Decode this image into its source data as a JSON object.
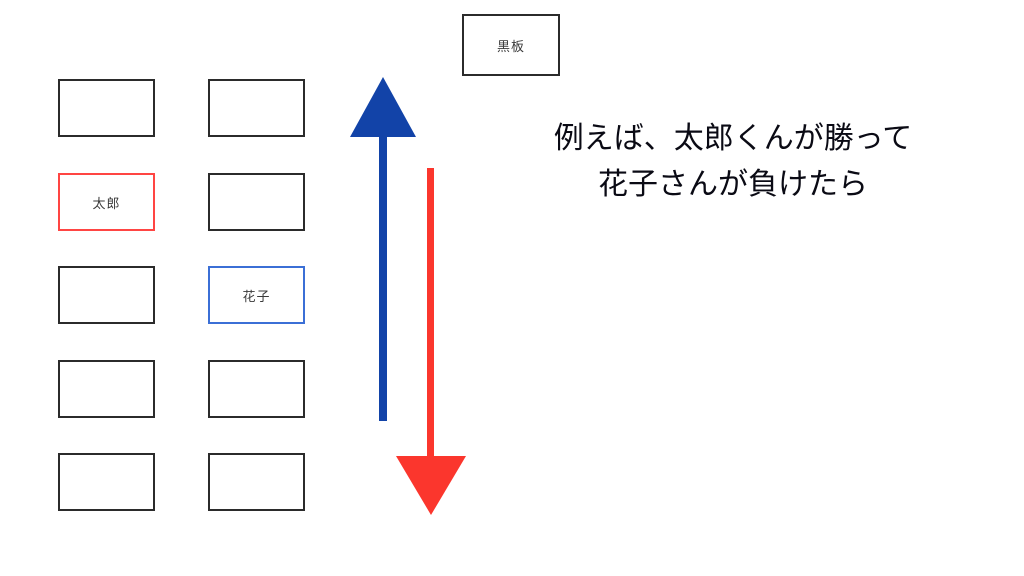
{
  "blackboard": {
    "label": "黒板"
  },
  "seats": {
    "left": [
      {
        "label": "",
        "highlight": "none"
      },
      {
        "label": "太郎",
        "highlight": "red"
      },
      {
        "label": "",
        "highlight": "none"
      },
      {
        "label": "",
        "highlight": "none"
      },
      {
        "label": "",
        "highlight": "none"
      }
    ],
    "right": [
      {
        "label": "",
        "highlight": "none"
      },
      {
        "label": "",
        "highlight": "none"
      },
      {
        "label": "花子",
        "highlight": "blue"
      },
      {
        "label": "",
        "highlight": "none"
      },
      {
        "label": "",
        "highlight": "none"
      }
    ]
  },
  "arrows": [
    {
      "name": "up-arrow",
      "direction": "up",
      "color": "#1243a8"
    },
    {
      "name": "down-arrow",
      "direction": "down",
      "color": "#fb362d"
    }
  ],
  "caption": {
    "line1": "例えば、太郎くんが勝って",
    "line2": "花子さんが負けたら"
  },
  "colors": {
    "box_border": "#2b2b2b",
    "taro_border": "#ff4543",
    "hanako_border": "#3b6fd6",
    "arrow_up": "#1243a8",
    "arrow_down": "#fb362d",
    "text": "#0a0a14",
    "background": "#ffffff"
  }
}
